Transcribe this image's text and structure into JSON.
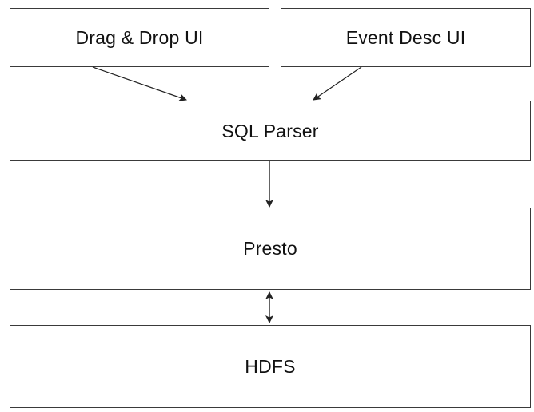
{
  "diagram": {
    "nodes": {
      "drag_drop_ui": "Drag & Drop UI",
      "event_desc_ui": "Event Desc UI",
      "sql_parser": "SQL Parser",
      "presto": "Presto",
      "hdfs": "HDFS"
    },
    "edges": [
      {
        "from": "Drag & Drop UI",
        "to": "SQL Parser",
        "direction": "forward"
      },
      {
        "from": "Event Desc UI",
        "to": "SQL Parser",
        "direction": "forward"
      },
      {
        "from": "SQL Parser",
        "to": "Presto",
        "direction": "forward"
      },
      {
        "from": "Presto",
        "to": "HDFS",
        "direction": "bidirectional"
      }
    ],
    "colors": {
      "stroke": "#3a3a3a",
      "text": "#111111",
      "background": "#ffffff"
    }
  }
}
